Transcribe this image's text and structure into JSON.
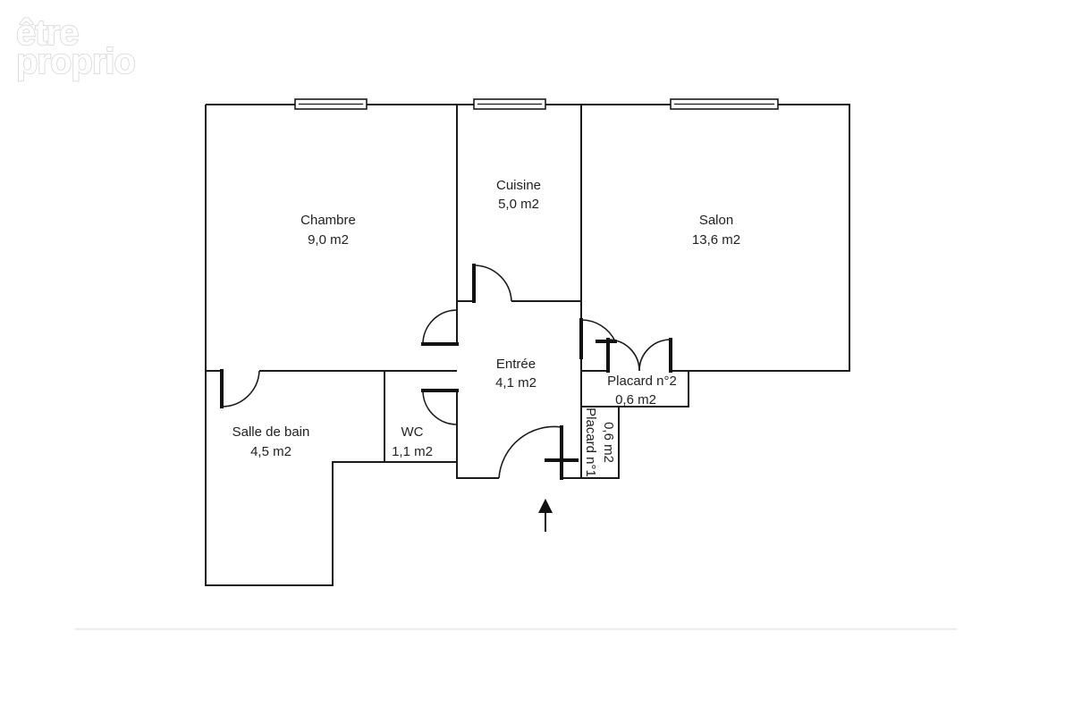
{
  "brand": {
    "line1": "être",
    "line2": "proprio"
  },
  "rooms": [
    {
      "id": "chambre",
      "name": "Chambre",
      "area": "9,0 m2"
    },
    {
      "id": "cuisine",
      "name": "Cuisine",
      "area": "5,0 m2"
    },
    {
      "id": "salon",
      "name": "Salon",
      "area": "13,6 m2"
    },
    {
      "id": "entree",
      "name": "Entrée",
      "area": "4,1 m2"
    },
    {
      "id": "placard2",
      "name": "Placard n°2",
      "area": "0,6 m2"
    },
    {
      "id": "placard1",
      "name": "Placard n°1",
      "area": "0,6 m2"
    },
    {
      "id": "salle-de-bain",
      "name": "Salle de bain",
      "area": "4,5 m2"
    },
    {
      "id": "wc",
      "name": "WC",
      "area": "1,1 m2"
    }
  ],
  "colors": {
    "wall": "#1a1a1a",
    "logo_outline": "#d2d2d2",
    "background": "#ffffff"
  }
}
